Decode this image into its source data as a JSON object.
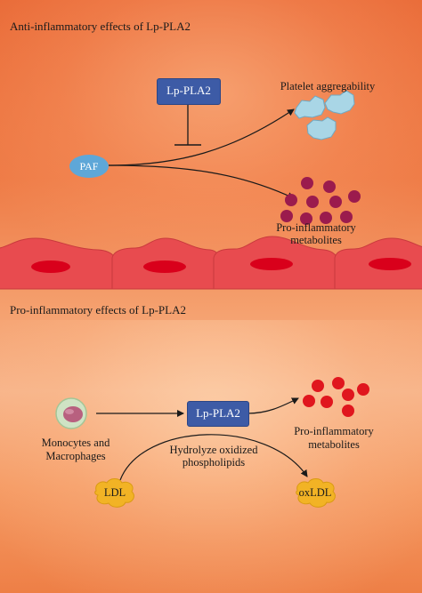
{
  "sections": {
    "anti": {
      "title": "Anti-inflammatory effects of Lp-PLA2",
      "enzyme": "Lp-PLA2",
      "substrate": "PAF",
      "outcome_platelet": "Platelet aggregability",
      "outcome_metabolites_line1": "Pro-inflammatory",
      "outcome_metabolites_line2": "metabolites"
    },
    "pro": {
      "title": "Pro-inflammatory effects of Lp-PLA2",
      "enzyme": "Lp-PLA2",
      "cells_line1": "Monocytes and",
      "cells_line2": "Macrophages",
      "action_line1": "Hydrolyze oxidized",
      "action_line2": "phospholipids",
      "substrate": "LDL",
      "product": "oxLDL",
      "outcome_metabolites_line1": "Pro-inflammatory",
      "outcome_metabolites_line2": "metabolites"
    }
  },
  "colors": {
    "enzyme_box": "#3d5ba6",
    "paf": "#5ea7d8",
    "platelet": "#a9d6e6",
    "metabolite_top": "#9b1b4d",
    "metabolite_bottom": "#e0161e",
    "endothelium": "#e84b4f",
    "nucleus": "#d9001b",
    "lipoprotein": "#f2b325"
  }
}
